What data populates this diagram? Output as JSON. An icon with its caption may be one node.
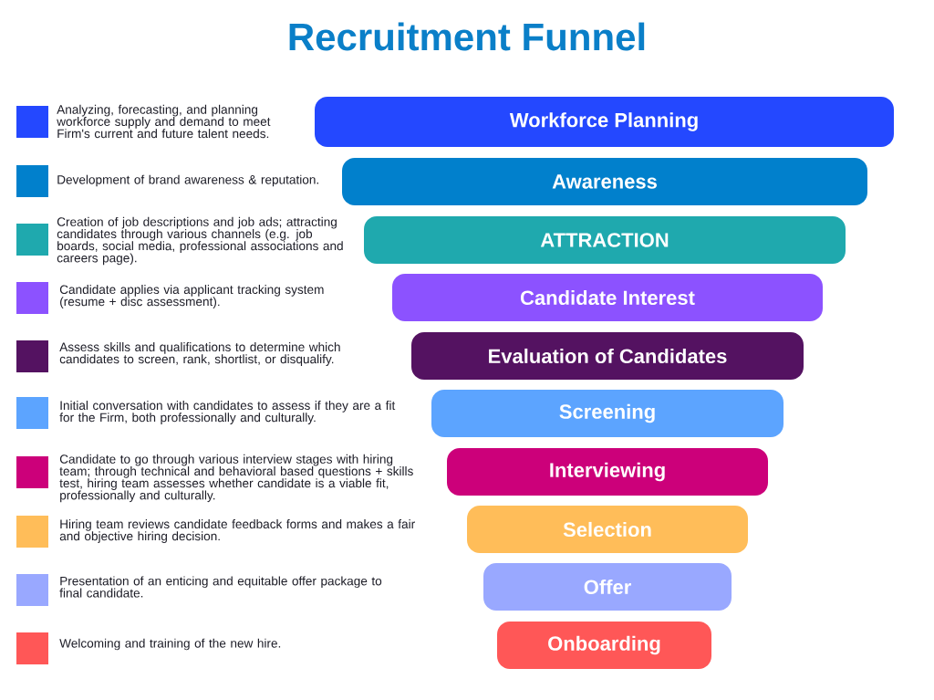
{
  "diagram": {
    "title": "Recruitment Funnel",
    "nodes": [
      {
        "text": [
          "Workforce Planning"
        ]
      },
      {
        "text": [
          "Awareness"
        ]
      },
      {
        "text": [
          "ATTRACTION"
        ]
      },
      {
        "text": [
          "Candidate Interest"
        ]
      },
      {
        "text": [
          "Evaluation of Candidates"
        ]
      },
      {
        "text": [
          "Screening"
        ]
      },
      {
        "text": [
          "Interviewing"
        ]
      },
      {
        "text": [
          "Selection"
        ]
      },
      {
        "text": [
          "Offer"
        ]
      },
      {
        "text": [
          "Onboarding"
        ]
      }
    ],
    "legend": [
      {
        "text": "Analyzing, forecasting, and planning workforce supply and demand to meet Firm's current and future talent needs.",
        "color": "#2448ff"
      },
      {
        "text": "Development of brand awareness & reputation.",
        "color": "#0180cc"
      },
      {
        "text": "Creation of job descriptions and job ads; attracting candidates through various channels (e.g. job boards, social media, professional associations and careers page).",
        "color": "#1fa9ae"
      },
      {
        "text": "Candidate applies via applicant tracking system (resume + disc assessment).",
        "color": "#8c52ff"
      },
      {
        "text": "Assess skills and qualifications to determine which candidates to screen, rank, shortlist, or disqualify.",
        "color": "#541261"
      },
      {
        "text": "Initial conversation with candidates to assess if they are a fit for the Firm, both professionally and culturally.",
        "color": "#5ca4ff"
      },
      {
        "text": "Candidate to go through various interview stages with hiring team; through technical and behavioral based questions + skills test, hiring team assesses whether candidate is a viable fit, professionally and culturally.",
        "color": "#cc007a"
      },
      {
        "text": "Hiring team reviews candidate feedback forms and makes a fair and objective hiring decision.",
        "color": "#ffbd59"
      },
      {
        "text": "Presentation of an enticing and equitable offer package to final candidate.",
        "color": "#99a8ff"
      },
      {
        "text": "Welcoming and training of the new hire.",
        "color": "#ff5757"
      }
    ]
  }
}
